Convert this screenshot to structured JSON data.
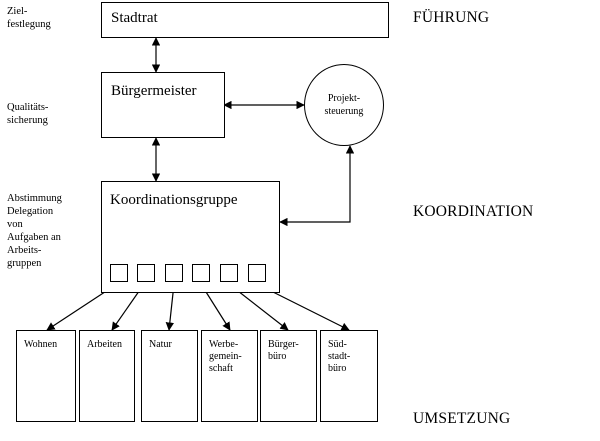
{
  "side_notes": {
    "ziel": [
      "Ziel-",
      "festlegung"
    ],
    "qualitaet": [
      "Qualitäts-",
      "sicherung"
    ],
    "abstimmung": [
      "Abstimmung",
      "Delegation",
      "von",
      "Aufgaben an",
      "Arbeits-",
      "gruppen"
    ]
  },
  "levels": {
    "fuehrung": "FÜHRUNG",
    "koordination": "KOORDINATION",
    "umsetzung": "UMSETZUNG"
  },
  "boxes": {
    "stadtrat": "Stadtrat",
    "buergermeister": "Bürgermeister",
    "projektsteuerung": [
      "Projekt-",
      "steuerung"
    ],
    "koordinationsgruppe": "Koordinationsgruppe"
  },
  "tasks": [
    {
      "lines": [
        "Wohnen"
      ]
    },
    {
      "lines": [
        "Arbeiten"
      ]
    },
    {
      "lines": [
        "Natur"
      ]
    },
    {
      "lines": [
        "Werbe-",
        "gemein-",
        "schaft"
      ]
    },
    {
      "lines": [
        "Bürger-",
        "büro"
      ]
    },
    {
      "lines": [
        "Süd-",
        "stadt-",
        "büro"
      ]
    }
  ]
}
